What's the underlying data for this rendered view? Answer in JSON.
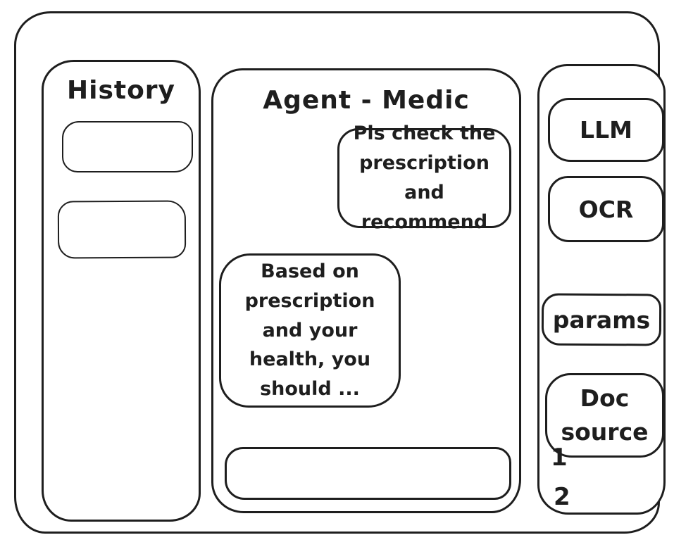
{
  "colors": {
    "stroke": "#1e1e1e",
    "background": "#ffffff"
  },
  "left_sidebar": {
    "title": "History",
    "items": [
      "",
      ""
    ]
  },
  "chat": {
    "title": "Agent - Medic",
    "messages": [
      {
        "role": "user",
        "text": "Pls check the\nprescription\nand recommend"
      },
      {
        "role": "assistant",
        "text": "Based on\nprescription\nand your\nhealth, you\nshould ..."
      }
    ],
    "input": {
      "value": "",
      "placeholder": ""
    }
  },
  "right_sidebar": {
    "buttons": [
      {
        "label": "LLM"
      },
      {
        "label": "OCR"
      },
      {
        "label": "params"
      }
    ],
    "doc_source": {
      "label": "Doc\nsource",
      "items": [
        "1",
        "2"
      ]
    }
  }
}
